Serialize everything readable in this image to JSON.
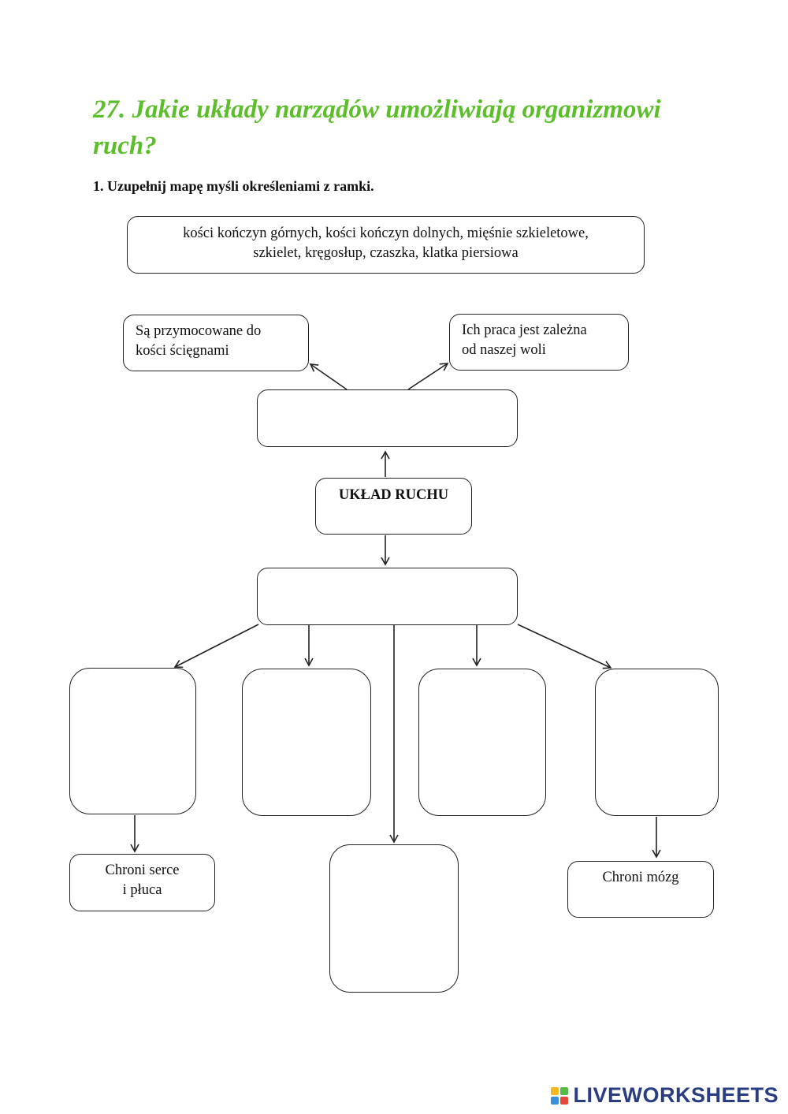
{
  "header": {
    "title": "27. Jakie układy narządów umożliwiają organizmowi ruch?",
    "instruction": "1. Uzupełnij mapę myśli określeniami z ramki."
  },
  "word_bank": {
    "text": "kości kończyn górnych, kości kończyn dolnych, mięśnie szkieletowe,\nszkielet, kręgosłup, czaszka, klatka piersiowa"
  },
  "mind_map": {
    "hint_left": "Są przymocowane do\nkości ścięgnami",
    "hint_right": "Ich praca jest zależna\nod naszej woli",
    "center_label": "UKŁAD RUCHU",
    "hint_chest": "Chroni serce\ni płuca",
    "hint_skull": "Chroni mózg",
    "answer_muscles": "",
    "answer_skeleton": "",
    "answer_part_1": "",
    "answer_part_2": "",
    "answer_part_3": "",
    "answer_part_4": "",
    "answer_part_5": ""
  },
  "footer": {
    "brand": "LIVEWORKSHEETS",
    "colors": {
      "brand_text": "#2a3c82",
      "title_green": "#5cbf2a"
    }
  }
}
